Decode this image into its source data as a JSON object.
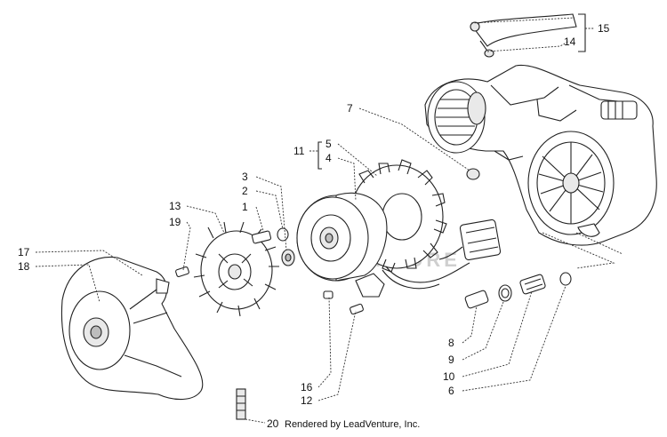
{
  "diagram": {
    "type": "exploded-parts-diagram",
    "watermark_text": "ADVENTURE",
    "credit": {
      "ref_number": "20",
      "text": "Rendered by LeadVenture, Inc."
    },
    "callouts": [
      {
        "id": "17",
        "label": "17"
      },
      {
        "id": "18",
        "label": "18"
      },
      {
        "id": "13",
        "label": "13"
      },
      {
        "id": "19",
        "label": "19"
      },
      {
        "id": "3",
        "label": "3"
      },
      {
        "id": "2",
        "label": "2"
      },
      {
        "id": "1",
        "label": "1"
      },
      {
        "id": "11",
        "label": "11"
      },
      {
        "id": "5",
        "label": "5"
      },
      {
        "id": "4",
        "label": "4"
      },
      {
        "id": "7",
        "label": "7"
      },
      {
        "id": "15",
        "label": "15"
      },
      {
        "id": "14",
        "label": "14"
      },
      {
        "id": "16",
        "label": "16"
      },
      {
        "id": "12",
        "label": "12"
      },
      {
        "id": "8",
        "label": "8"
      },
      {
        "id": "9",
        "label": "9"
      },
      {
        "id": "10",
        "label": "10"
      },
      {
        "id": "6",
        "label": "6"
      }
    ]
  }
}
